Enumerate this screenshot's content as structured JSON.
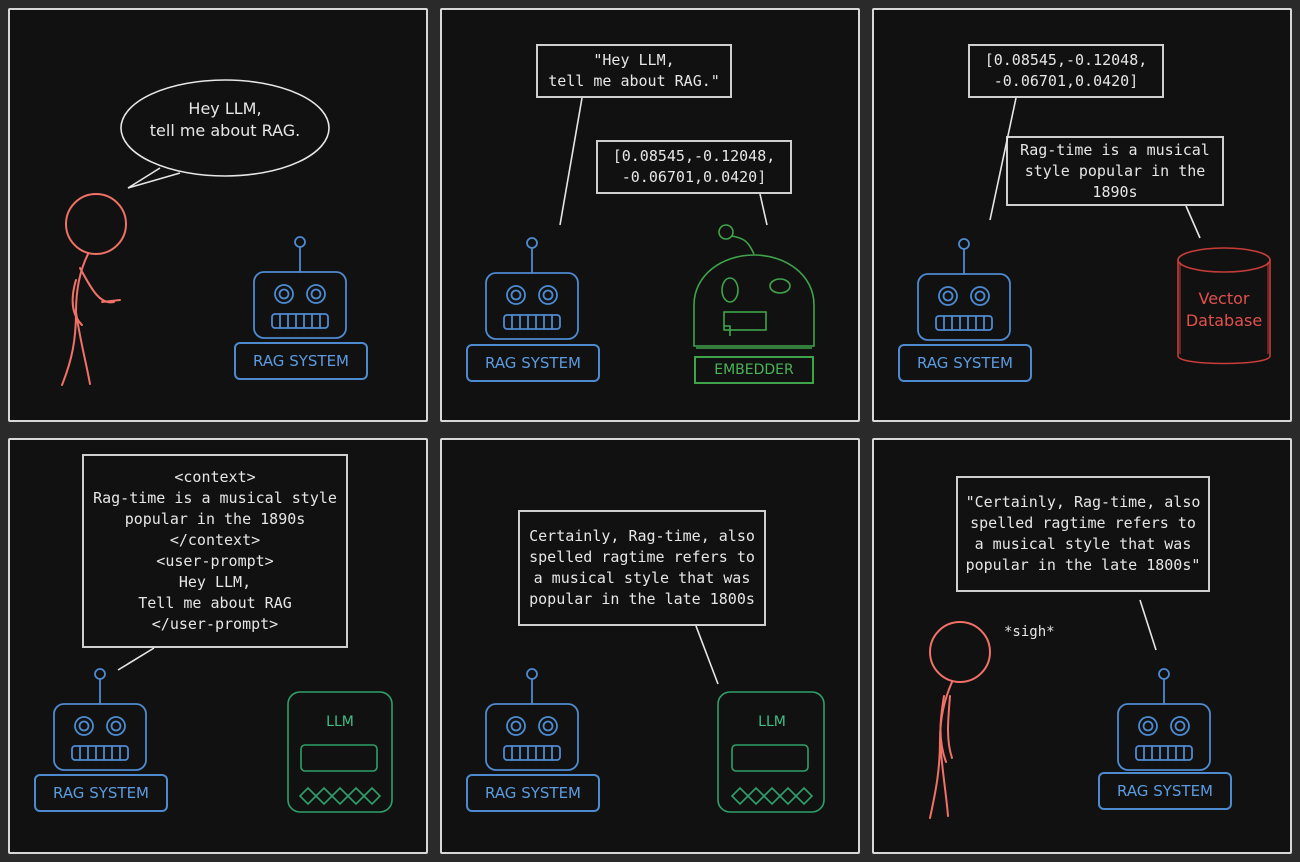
{
  "panels": [
    {
      "speech": "Hey LLM,\ntell me about RAG.",
      "robot_label": "RAG SYSTEM"
    },
    {
      "quote": "\"Hey LLM,\ntell me about RAG.\"",
      "vector": "[0.08545,-0.12048,\n-0.06701,0.0420]",
      "robot_label": "RAG SYSTEM",
      "embedder_label": "EMBEDDER"
    },
    {
      "vector": "[0.08545,-0.12048,\n-0.06701,0.0420]",
      "retrieved": "Rag-time is a musical\nstyle popular in the\n1890s",
      "robot_label": "RAG SYSTEM",
      "database_label": "Vector\nDatabase"
    },
    {
      "prompt": "<context>\nRag-time is a musical style\npopular in the 1890s\n</context>\n<user-prompt>\nHey LLM,\nTell me about RAG\n</user-prompt>",
      "robot_label": "RAG SYSTEM",
      "llm_label": "LLM"
    },
    {
      "answer": "Certainly, Rag-time, also\nspelled ragtime refers to\na musical style that was\npopular in the late 1800s",
      "robot_label": "RAG SYSTEM",
      "llm_label": "LLM"
    },
    {
      "answer": "\"Certainly, Rag-time, also\nspelled ragtime refers to\na musical style that was\npopular in the late 1800s\"",
      "sigh": "*sigh*",
      "robot_label": "RAG SYSTEM"
    }
  ],
  "colors": {
    "robot": "#4e8ad0",
    "person": "#f07167",
    "embedder": "#3fa34a",
    "llm": "#2fa06a",
    "database": "#e0514e",
    "text": "#e6e6e6",
    "panel_border": "#d8d8d8",
    "background": "#111111"
  }
}
